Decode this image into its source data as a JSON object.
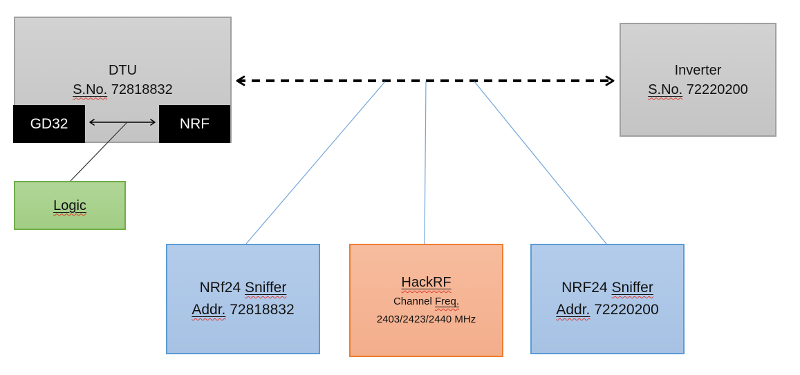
{
  "colors": {
    "gray_fill": "#c9c9c9",
    "gray_border": "#a0a0a0",
    "black_fill": "#000000",
    "green_fill": "#a9d18e",
    "green_border": "#70ad47",
    "blue_fill": "#adc6e7",
    "blue_border": "#5b9bd5",
    "orange_fill": "#f5b58f",
    "orange_border": "#ed7d31",
    "connector_blue": "#74a5d8",
    "arrow_black": "#000000",
    "spell_red": "#e03c31",
    "text_black": "#111111"
  },
  "nodes": {
    "dtu": {
      "name": "DTU",
      "serial_label": "S.No.",
      "serial": "72818832"
    },
    "gd32": {
      "label": "GD32"
    },
    "nrf": {
      "label": "NRF"
    },
    "logic": {
      "label": "Logic"
    },
    "inverter": {
      "name": "Inverter",
      "serial_label": "S.No.",
      "serial": "72220200"
    },
    "sniffer1": {
      "model": "NRf24",
      "model_word": "Sniffer",
      "addr_label": "Addr.",
      "addr": "72818832"
    },
    "hackrf": {
      "name": "HackRF",
      "channel_label": "Channel",
      "freq_label": "Freq.",
      "frequencies": "2403/2423/2440 MHz"
    },
    "sniffer2": {
      "model": "NRF24",
      "model_word": "Sniffer",
      "addr_label": "Addr.",
      "addr": "72220200"
    }
  },
  "connections": [
    {
      "from": "DTU",
      "to": "Inverter",
      "style": "dashed-double-arrow"
    },
    {
      "from": "GD32",
      "to": "NRF",
      "style": "solid-double-arrow"
    },
    {
      "from": "GD32-NRF link",
      "to": "Logic",
      "style": "solid-line"
    },
    {
      "from": "DTU-Inverter link",
      "to": "NRf24 Sniffer Addr. 72818832",
      "style": "thin-blue-line"
    },
    {
      "from": "DTU-Inverter link",
      "to": "HackRF",
      "style": "thin-blue-line"
    },
    {
      "from": "DTU-Inverter link",
      "to": "NRF24 Sniffer Addr. 72220200",
      "style": "thin-blue-line"
    }
  ]
}
